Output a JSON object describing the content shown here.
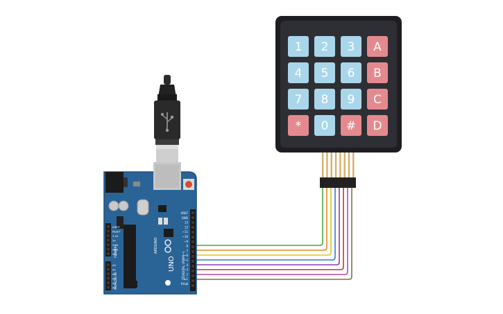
{
  "keypad": {
    "keys": [
      {
        "label": "1",
        "kind": "digit"
      },
      {
        "label": "2",
        "kind": "digit"
      },
      {
        "label": "3",
        "kind": "digit"
      },
      {
        "label": "A",
        "kind": "letter"
      },
      {
        "label": "4",
        "kind": "digit"
      },
      {
        "label": "5",
        "kind": "digit"
      },
      {
        "label": "6",
        "kind": "digit"
      },
      {
        "label": "B",
        "kind": "letter"
      },
      {
        "label": "7",
        "kind": "digit"
      },
      {
        "label": "8",
        "kind": "digit"
      },
      {
        "label": "9",
        "kind": "digit"
      },
      {
        "label": "C",
        "kind": "letter"
      },
      {
        "label": "*",
        "kind": "letter"
      },
      {
        "label": "0",
        "kind": "digit"
      },
      {
        "label": "#",
        "kind": "letter"
      },
      {
        "label": "D",
        "kind": "letter"
      }
    ],
    "colors": {
      "digit": "#a9d6ea",
      "letter": "#e48a8f",
      "body": "#1e1e22",
      "bezel": "#2e2f34"
    }
  },
  "arduino": {
    "logo_text": "ARDUINO",
    "model_text": "UNO",
    "power_label": "POWER",
    "analog_label": "ANALOG IN",
    "digital_label": "DIGITAL (PWM~)",
    "digital_pins": [
      "AREF",
      "GND",
      "13",
      "12",
      "~11",
      "~10",
      "~9",
      "8",
      "7",
      "~6",
      "~5",
      "4",
      "~3",
      "2",
      "TX▸1",
      "RX◂0"
    ],
    "power_pins": [
      "IOREF",
      "RESET",
      "3.3V",
      "5V",
      "GND",
      "GND",
      "VIN"
    ],
    "analog_pins": [
      "A0",
      "A1",
      "A2",
      "A3",
      "A4",
      "A5"
    ],
    "board_color": "#2a6496"
  },
  "wires": {
    "colors": [
      "#8a5a2b",
      "#cc3030",
      "#e08a1a",
      "#e0c020",
      "#4aa83a",
      "#2a7ad0",
      "#8a3ab0",
      "#888888"
    ]
  }
}
